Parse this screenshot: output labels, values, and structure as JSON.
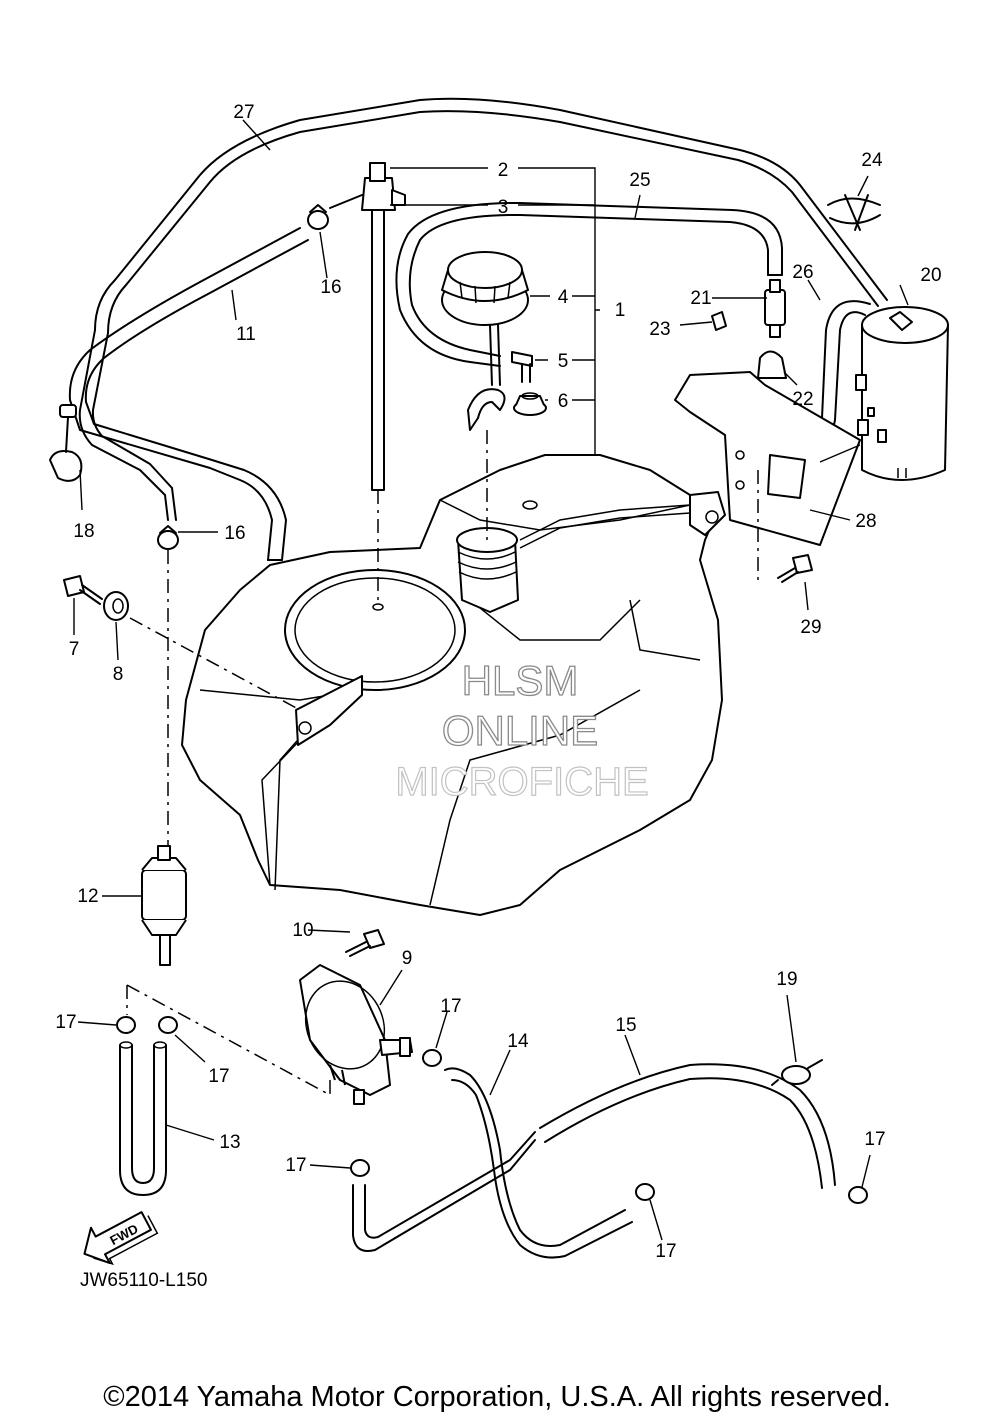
{
  "diagram": {
    "callouts": [
      "1",
      "2",
      "3",
      "4",
      "5",
      "6",
      "7",
      "8",
      "9",
      "10",
      "11",
      "12",
      "13",
      "14",
      "15",
      "16",
      "17",
      "18",
      "19",
      "20",
      "21",
      "22",
      "23",
      "24",
      "25",
      "26",
      "27",
      "28",
      "29"
    ],
    "fwd_label": "FWD",
    "figure_code": "JW65110-L150",
    "watermark": {
      "line1": "HLSM",
      "line2": "ONLINE",
      "line3": "MICROFICHE"
    },
    "copyright": "©2014 Yamaha Motor Corporation, U.S.A. All rights reserved."
  }
}
